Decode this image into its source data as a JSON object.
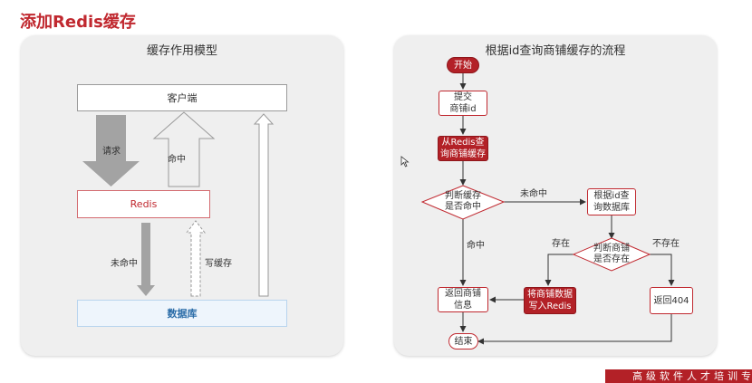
{
  "slide": {
    "title": "添加Redis缓存"
  },
  "left": {
    "title": "缓存作用模型",
    "client": "客户端",
    "redis": "Redis",
    "db": "数据库",
    "request": "请求",
    "hit": "命中",
    "miss": "未命中",
    "write_cache": "写缓存"
  },
  "right": {
    "title": "根据id查询商铺缓存的流程",
    "start": "开始",
    "submit_l1": "提交",
    "submit_l2": "商铺id",
    "fetch_l1": "从Redis查",
    "fetch_l2": "询商铺缓存",
    "judge_hit_l1": "判断缓存",
    "judge_hit_l2": "是否命中",
    "label_miss": "未命中",
    "label_hit": "命中",
    "query_db_l1": "根据id查",
    "query_db_l2": "询数据库",
    "judge_exist_l1": "判断商铺",
    "judge_exist_l2": "是否存在",
    "label_exist": "存在",
    "label_not_exist": "不存在",
    "return_l1": "返回商铺",
    "return_l2": "信息",
    "write_l1": "将商铺数据",
    "write_l2": "写入Redis",
    "return404": "返回404",
    "end": "结束"
  },
  "footer": {
    "banner": "高级软件人才培训专"
  },
  "colors": {
    "accent": "#c0282f",
    "node_red": "#b32127",
    "panel": "#efefef"
  }
}
